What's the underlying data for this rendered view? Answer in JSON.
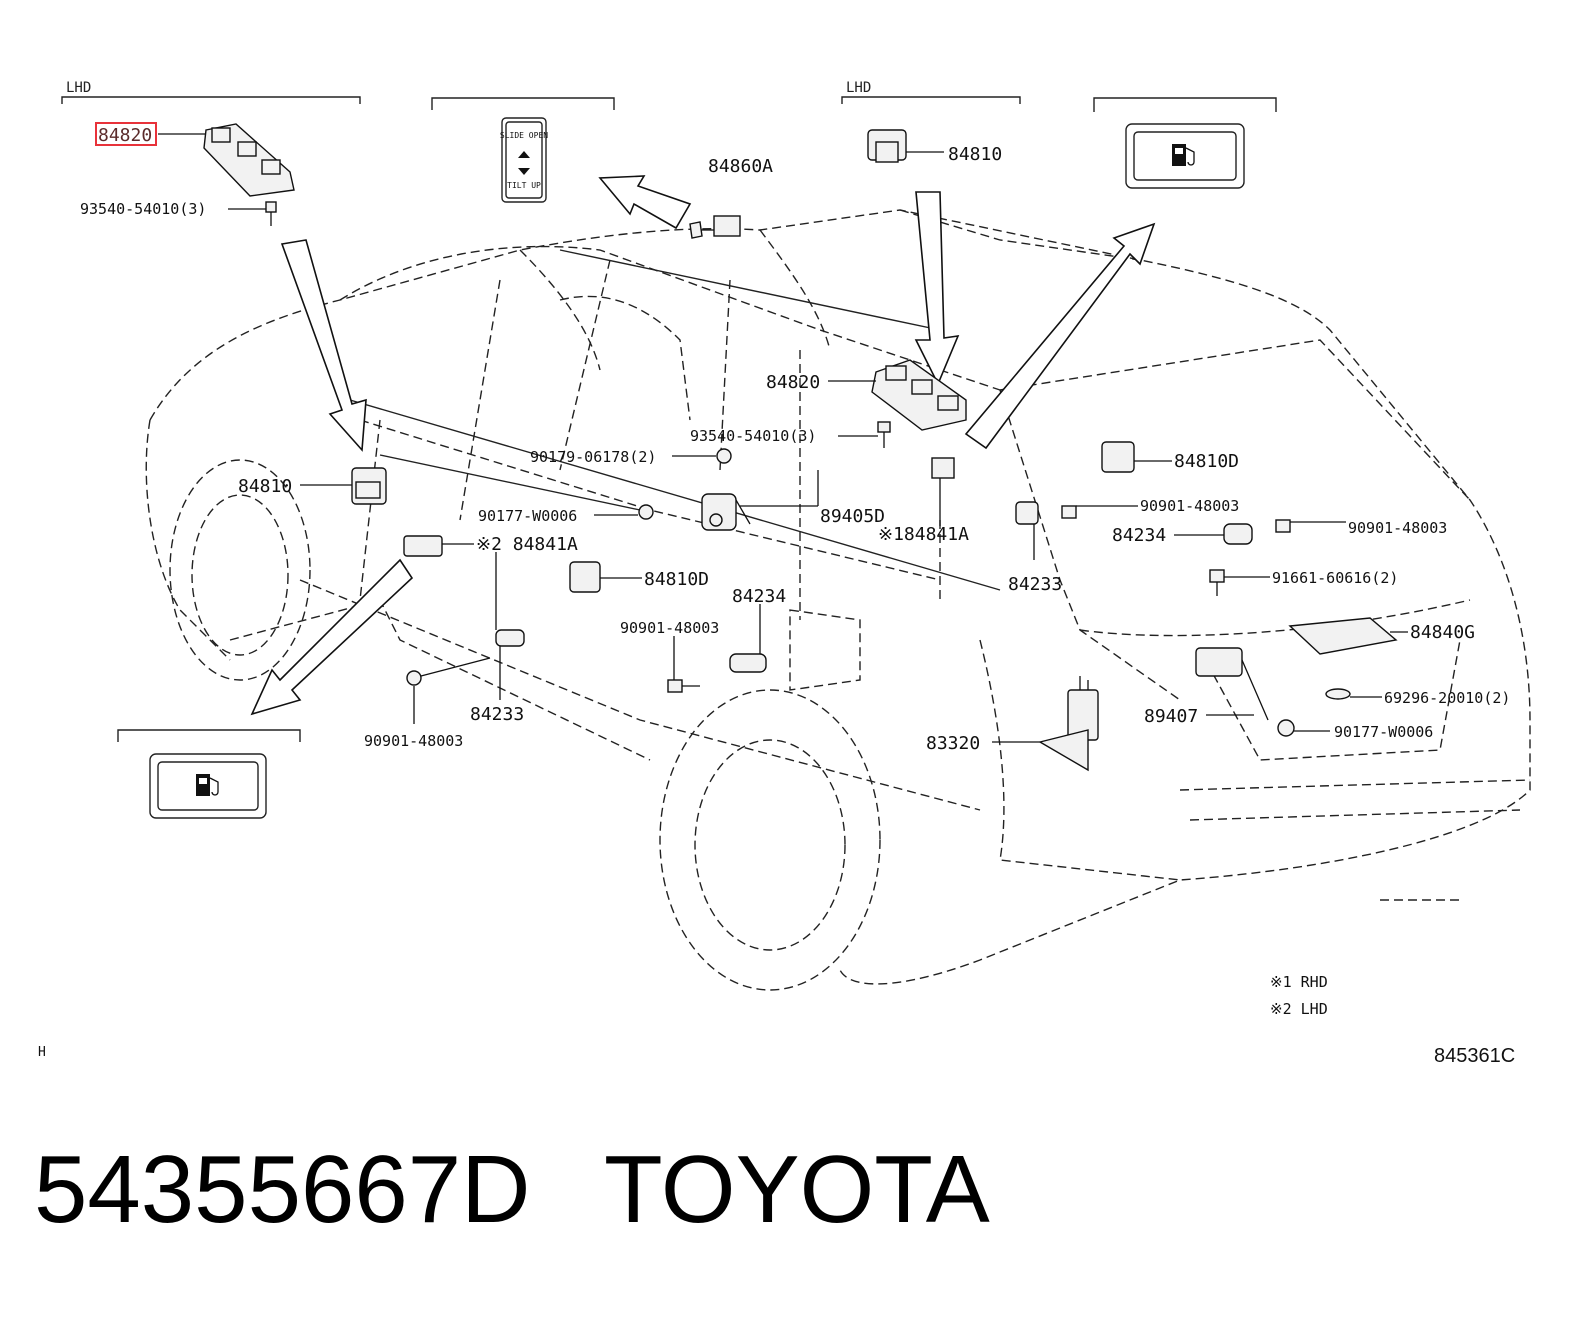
{
  "headers": {
    "lhd_left": "LHD",
    "lhd_right": "LHD"
  },
  "inset_sunshade": {
    "top": "SLIDE OPEN",
    "bottom": "TILT UP"
  },
  "labels": {
    "highlight_84820": "84820",
    "l_84820_top": "84820",
    "l_93540_top": "93540-54010(3)",
    "l_84860A": "84860A",
    "l_84810_top": "84810",
    "l_84820_mid": "84820",
    "l_93540_mid": "93540-54010(3)",
    "l_90179": "90179-06178(2)",
    "l_84810_left": "84810",
    "l_90177_left": "90177-W0006",
    "l_89405D": "89405D",
    "l_184841A": "※184841A",
    "l_84841A": "※2 84841A",
    "l_84810D_mid": "84810D",
    "l_84234_mid": "84234",
    "l_90901_mid": "90901-48003",
    "l_84233_left": "84233",
    "l_90901_bl": "90901-48003",
    "l_84810D_right": "84810D",
    "l_90901_r1": "90901-48003",
    "l_84234_right": "84234",
    "l_90901_r2": "90901-48003",
    "l_84233_right": "84233",
    "l_91661": "91661-60616(2)",
    "l_84840G": "84840G",
    "l_69296": "69296-20010(2)",
    "l_89407": "89407",
    "l_90177_right": "90177-W0006",
    "l_83320": "83320"
  },
  "notes": {
    "n1": "※1   RHD",
    "n2": "※2   LHD"
  },
  "corner_mark": "H",
  "diagram_code": "845361C",
  "footer": {
    "part_number": "54355667D",
    "brand": "TOYOTA"
  },
  "colors": {
    "highlight": "#e8323a",
    "ink": "#111111"
  }
}
